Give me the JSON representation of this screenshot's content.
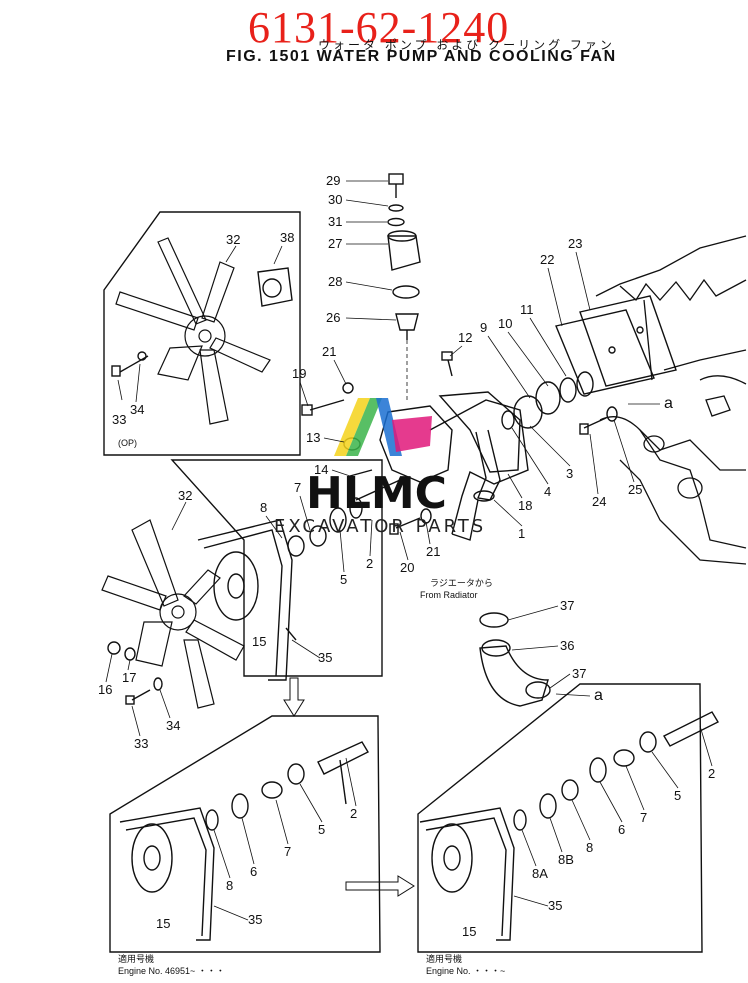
{
  "part_number": "6131-62-1240",
  "title_jp": "ウォータ ポンプ および クーリング ファン",
  "title": "FIG. 1501  WATER PUMP AND COOLING FAN",
  "watermark": {
    "brand": "HLMC",
    "subtitle": "EXCAVATOR PARTS",
    "colors": [
      "#f5d21a",
      "#3bb44a",
      "#1a6fd1",
      "#e0187a"
    ]
  },
  "callouts": {
    "main": [
      "29",
      "30",
      "31",
      "27",
      "28",
      "26",
      "21",
      "19",
      "12",
      "13",
      "14",
      "9",
      "10",
      "11",
      "22",
      "23",
      "7",
      "8",
      "5",
      "2",
      "20",
      "21",
      "4",
      "3",
      "18",
      "1",
      "24",
      "25",
      "37",
      "36",
      "37"
    ],
    "inset_op": [
      "32",
      "38",
      "33",
      "34"
    ],
    "fan": [
      "32",
      "15",
      "35",
      "16",
      "17",
      "33",
      "34"
    ],
    "bottom_left": [
      "2",
      "5",
      "7",
      "6",
      "8",
      "15",
      "35"
    ],
    "bottom_right": [
      "2",
      "5",
      "7",
      "6",
      "8",
      "8B",
      "8A",
      "15",
      "35"
    ]
  },
  "arrow_a_1": "a",
  "arrow_a_2": "a",
  "inset_op_label": "(OP)",
  "from_radiator_jp": "ラジエータから",
  "from_radiator": "From Radiator",
  "engine_left_jp": "適用号機",
  "engine_left": "Engine  No. 46951~  ・・・",
  "engine_right_jp": "適用号機",
  "engine_right": "Engine  No.     ・・・~"
}
